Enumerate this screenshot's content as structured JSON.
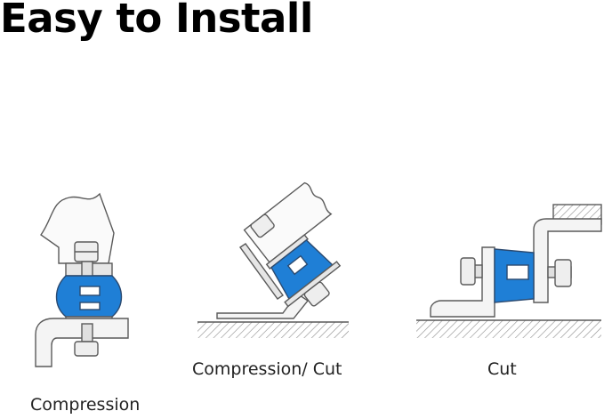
{
  "title": "Easy to Install",
  "colors": {
    "mount_blue": "#1f7fd6",
    "line": "#5a5a5a",
    "metal": "#eeeeee"
  },
  "diagrams": [
    {
      "caption": "Compression"
    },
    {
      "caption": "Compression/ Cut"
    },
    {
      "caption": "Cut"
    }
  ]
}
